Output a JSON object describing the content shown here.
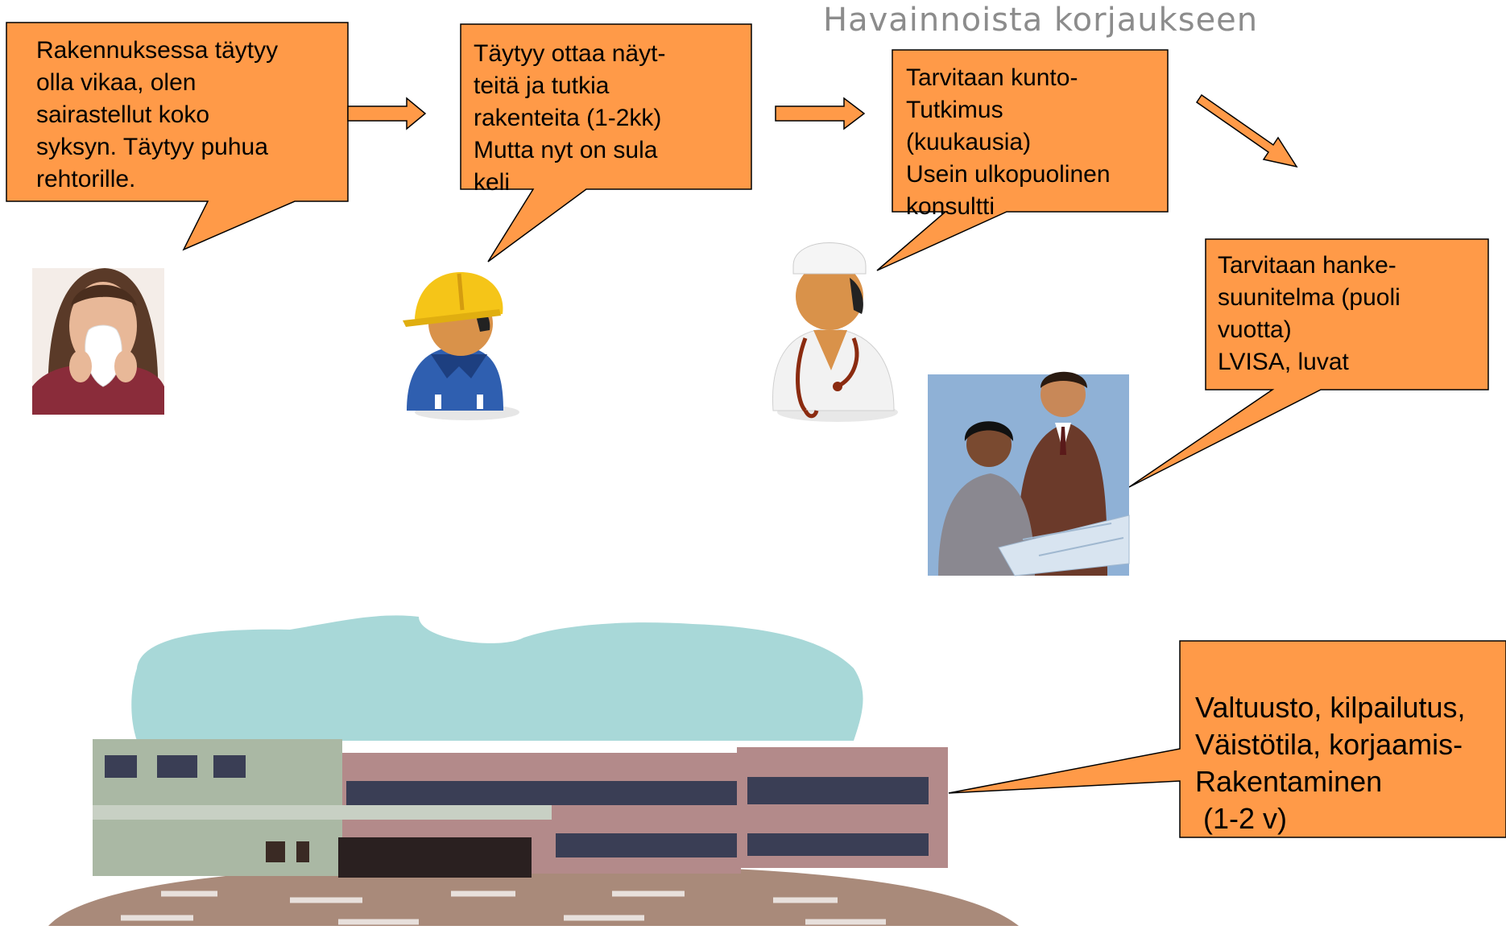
{
  "title": "Havainnoista korjaukseen",
  "colors": {
    "callout_fill": "#FF9A48",
    "arrow_fill": "#FF9A48",
    "outline": "#000000",
    "title_color": "#8C8C8C"
  },
  "callouts": [
    {
      "id": "c1",
      "lines": [
        "Rakennuksessa täytyy",
        "olla vikaa, olen",
        "sairastellut koko",
        "syksyn. Täytyy puhua",
        "rehtorille."
      ]
    },
    {
      "id": "c2",
      "lines": [
        "Täytyy ottaa näyt-",
        "teitä ja tutkia",
        "rakenteita (1-2kk)",
        "Mutta nyt on sula",
        "keli"
      ]
    },
    {
      "id": "c3",
      "lines": [
        "Tarvitaan kunto-",
        "Tutkimus",
        "(kuukausia)",
        "Usein ulkopuolinen",
        "konsultti"
      ]
    },
    {
      "id": "c4",
      "lines": [
        "Tarvitaan hanke-",
        "suunitelma (puoli",
        "vuotta)",
        "LVISA, luvat"
      ]
    },
    {
      "id": "c5",
      "lines": [
        "Valtuusto, kilpailutus,",
        "Väistötila, korjaamis-",
        "Rakentaminen",
        " (1-2 v)"
      ]
    }
  ],
  "illustrations": [
    "sneezing-person",
    "construction-worker",
    "doctor",
    "planning-team",
    "school-building"
  ],
  "icons": [
    "arrow-right-icon",
    "arrow-right-icon",
    "arrow-down-right-icon"
  ]
}
